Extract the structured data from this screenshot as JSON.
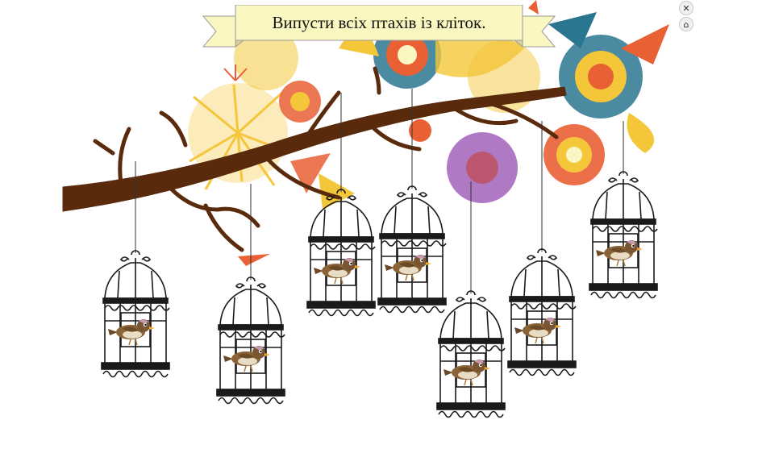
{
  "banner": {
    "text": "Випусти всіх птахів із кліток."
  },
  "controls": {
    "close_icon": "✕",
    "home_icon": "⌂"
  },
  "colors": {
    "branch": "#5a2a0c",
    "cage": "#1a1a1a",
    "bird_body": "#8a6438",
    "bird_belly": "#e8dcc4",
    "flower_yellow": "#f4c430",
    "flower_orange": "#e8582a",
    "flower_teal": "#1f6f8b",
    "flower_purple": "#9b59b6",
    "banner_fill": "#fbf7c0"
  },
  "cages": [
    {
      "id": "cage-1",
      "has_bird": true
    },
    {
      "id": "cage-2",
      "has_bird": true
    },
    {
      "id": "cage-3",
      "has_bird": true
    },
    {
      "id": "cage-4",
      "has_bird": true
    },
    {
      "id": "cage-5",
      "has_bird": true
    },
    {
      "id": "cage-6",
      "has_bird": true
    },
    {
      "id": "cage-7",
      "has_bird": true
    }
  ]
}
